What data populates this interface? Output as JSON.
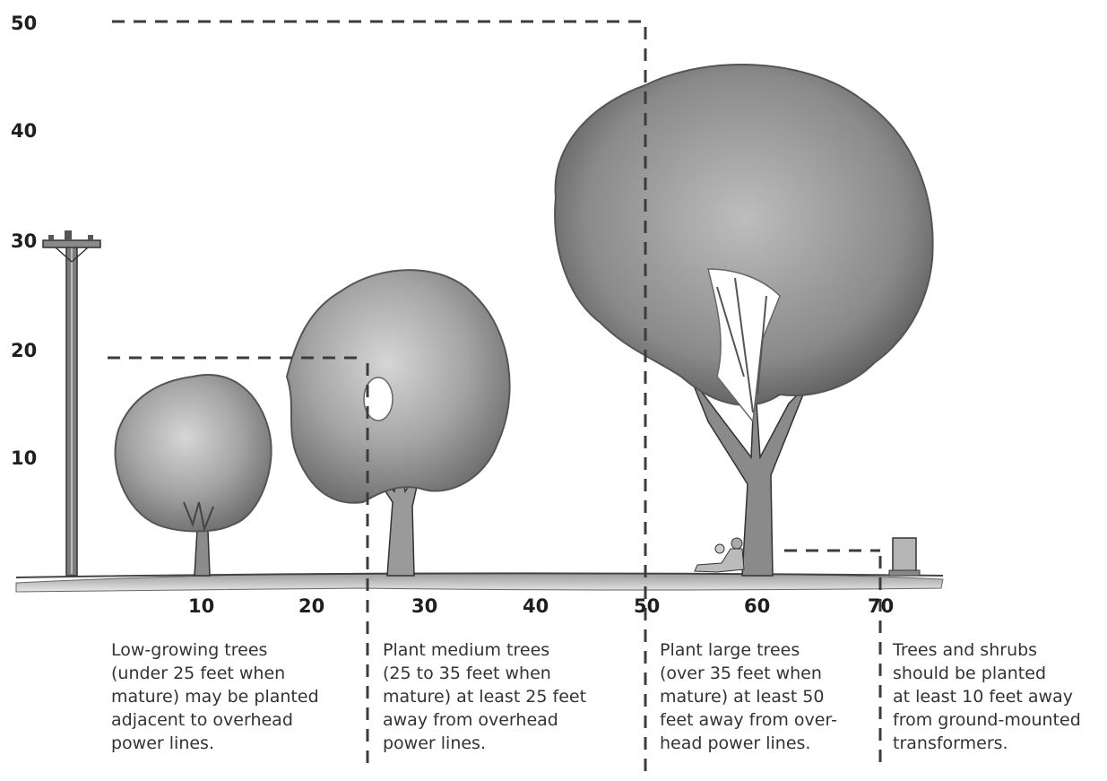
{
  "y_axis": {
    "labels": [
      "50",
      "40",
      "30",
      "20",
      "10"
    ]
  },
  "x_axis": {
    "labels": [
      "10",
      "20",
      "30",
      "40",
      "50",
      "60",
      "70"
    ]
  },
  "captions": [
    {
      "lines": [
        "Low-growing trees",
        "(under 25 feet when",
        "mature) may be planted",
        "adjacent to overhead",
        "power lines."
      ]
    },
    {
      "lines": [
        "Plant medium trees",
        "(25 to 35 feet when",
        "mature) at least 25 feet",
        "away from overhead",
        "power lines."
      ]
    },
    {
      "lines": [
        "Plant large trees",
        "(over 35 feet when",
        "mature) at least 50",
        "feet away from over-",
        "head power lines."
      ]
    },
    {
      "lines": [
        "Trees and shrubs",
        "should be planted",
        "at least 10 feet away",
        "from ground-mounted",
        "transformers."
      ]
    }
  ]
}
